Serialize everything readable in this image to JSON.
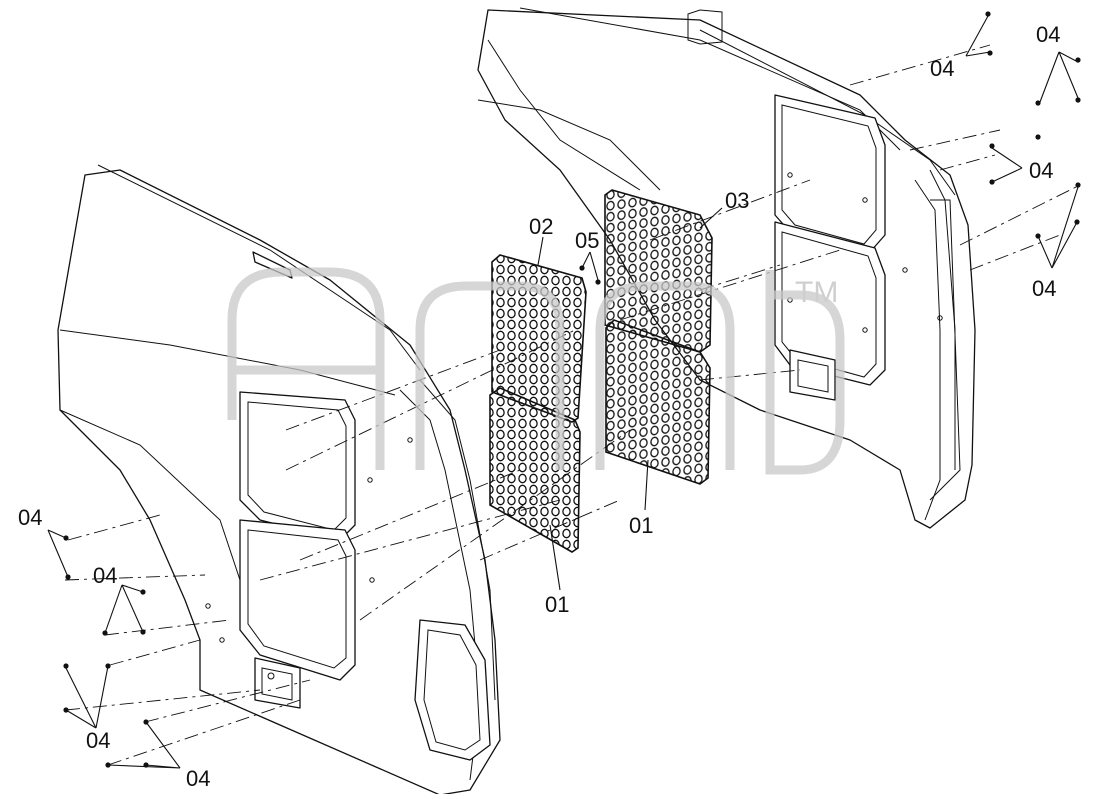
{
  "diagram": {
    "callouts": [
      {
        "id": "c01a",
        "label": "01"
      },
      {
        "id": "c01b",
        "label": "01"
      },
      {
        "id": "c02",
        "label": "02"
      },
      {
        "id": "c03",
        "label": "03"
      },
      {
        "id": "c04a",
        "label": "04"
      },
      {
        "id": "c04b",
        "label": "04"
      },
      {
        "id": "c04c",
        "label": "04"
      },
      {
        "id": "c04d",
        "label": "04"
      },
      {
        "id": "c04e",
        "label": "04"
      },
      {
        "id": "c04f",
        "label": "04"
      },
      {
        "id": "c04g",
        "label": "04"
      },
      {
        "id": "c04h",
        "label": "04"
      },
      {
        "id": "c05",
        "label": "05"
      }
    ],
    "watermark": {
      "trademark": "TM"
    },
    "colors": {
      "line": "#111111",
      "watermark": "#c8c8c8",
      "background": "#ffffff"
    }
  }
}
